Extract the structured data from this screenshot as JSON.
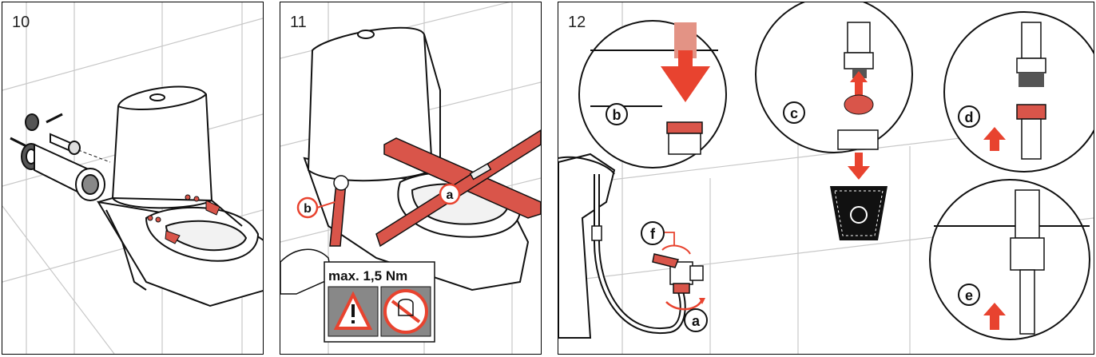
{
  "panels": [
    {
      "step": "10"
    },
    {
      "step": "11",
      "labels": {
        "a": "a",
        "b": "b"
      },
      "warning": {
        "text": "max. 1,5 Nm"
      }
    },
    {
      "step": "12",
      "labels": {
        "a": "a",
        "b": "b",
        "c": "c",
        "d": "d",
        "e": "e",
        "f": "f"
      }
    }
  ],
  "colors": {
    "accent": "#e8432f",
    "part_red": "#d9554a",
    "line": "#000000",
    "tile": "#c8c8c8"
  },
  "icons": [
    "warning-triangle-icon",
    "no-power-tool-icon",
    "recycle-bin-icon"
  ]
}
